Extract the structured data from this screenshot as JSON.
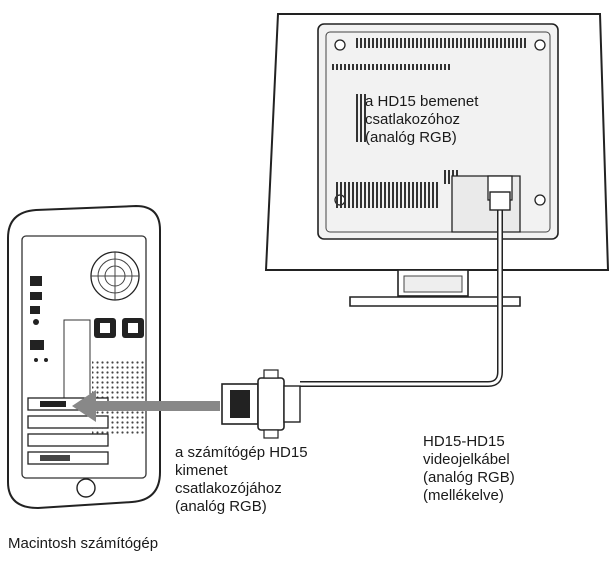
{
  "labels": {
    "monitor_input": [
      "a HD15 bemenet",
      "csatlakozóhoz",
      "(analóg RGB)"
    ],
    "cable": [
      "HD15-HD15",
      "videojelkábel",
      "(analóg RGB)",
      "(mellékelve)"
    ],
    "computer_output": [
      "a számítógép HD15",
      "kimenet",
      "csatlakozójához",
      "(analóg RGB)"
    ],
    "computer_name": "Macintosh számítógép"
  }
}
